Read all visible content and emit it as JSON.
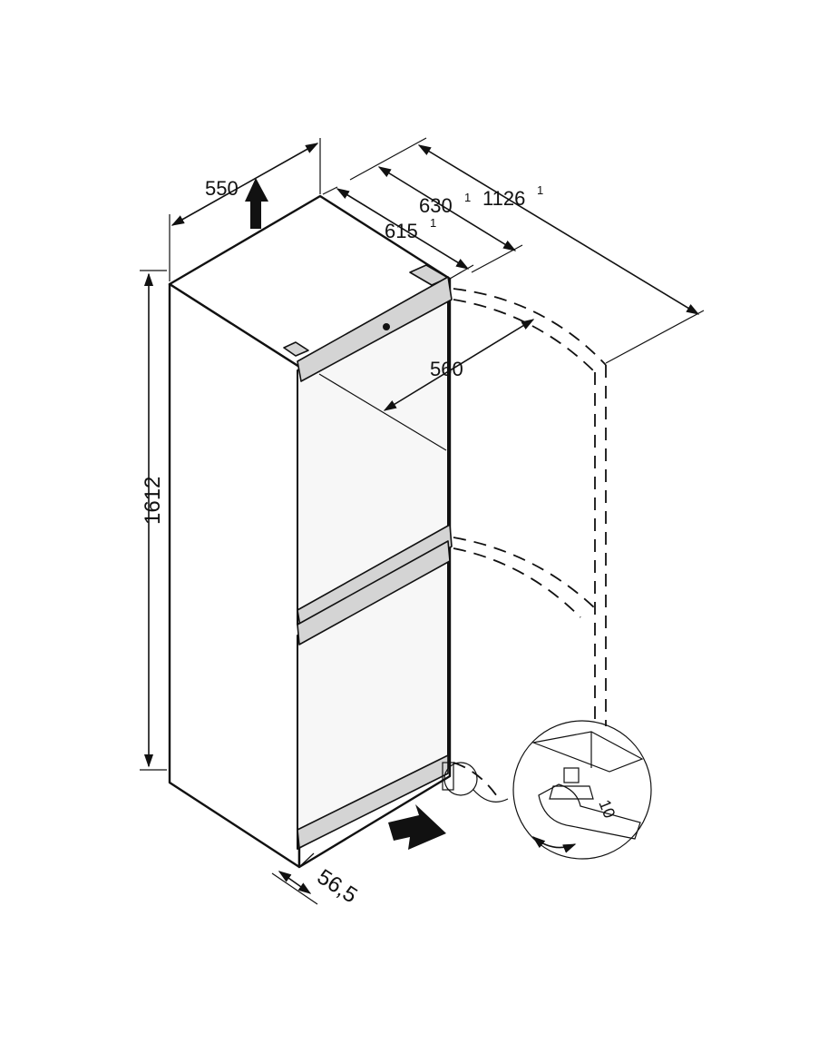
{
  "diagram": {
    "dimensions": {
      "width": "550",
      "depth_door_open": "630",
      "depth_door_open_sup": "1",
      "total_depth_open": "1126",
      "total_depth_open_sup": "1",
      "depth": "615",
      "depth_sup": "1",
      "door_width": "560",
      "height": "1612",
      "foot_offset": "56,5",
      "wrench_size": "10"
    }
  }
}
